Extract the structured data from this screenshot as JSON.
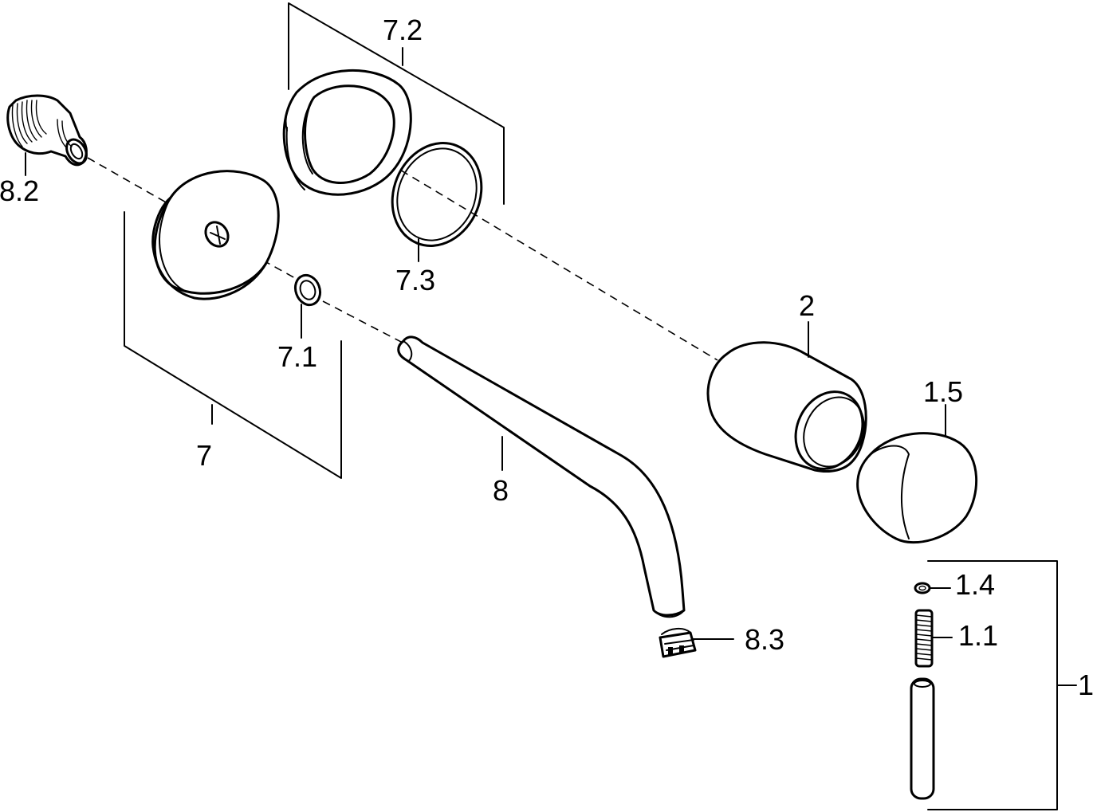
{
  "labels": {
    "p8_2": "8.2",
    "p7_2": "7.2",
    "p7_3": "7.3",
    "p7": "7",
    "p7_1": "7.1",
    "p8": "8",
    "p8_3": "8.3",
    "p2": "2",
    "p1_5": "1.5",
    "p1_4": "1.4",
    "p1_1": "1.1",
    "p1": "1"
  }
}
